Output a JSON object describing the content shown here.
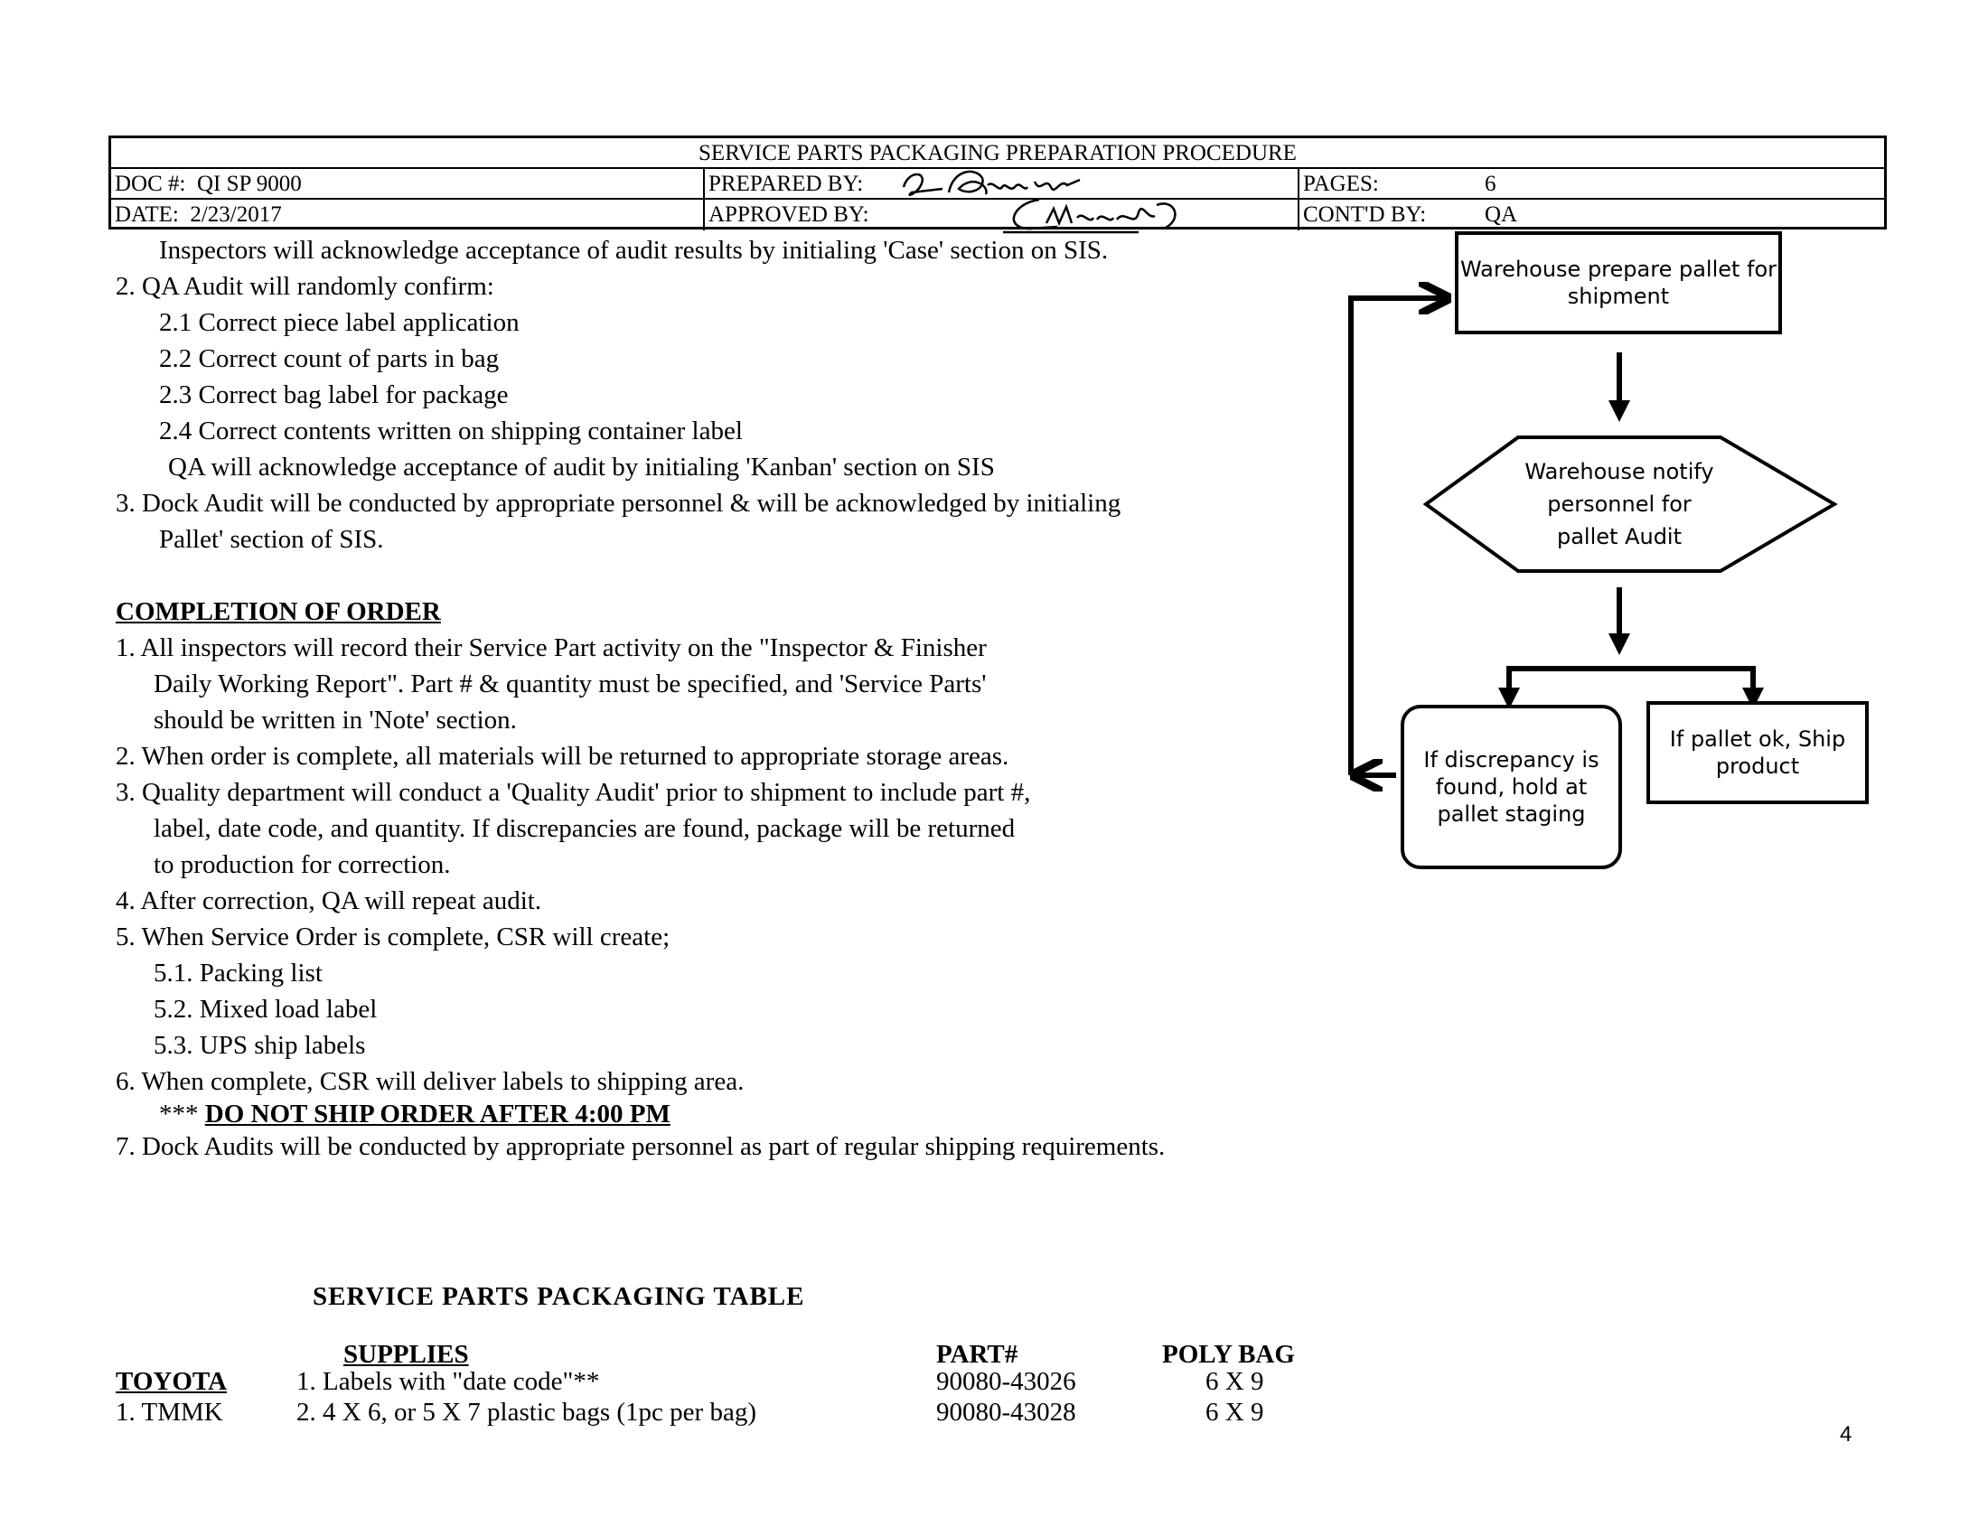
{
  "header": {
    "title": "SERVICE PARTS PACKAGING PREPARATION PROCEDURE",
    "doc_label": "DOC #:",
    "doc_value": "QI  SP  9000",
    "date_label": "DATE:",
    "date_value": "2/23/2017",
    "prepared_label": "PREPARED BY:",
    "approved_label": "APPROVED BY:",
    "pages_label": "PAGES:",
    "pages_value": "6",
    "contd_label": "CONT'D BY:",
    "contd_value": "QA"
  },
  "body": {
    "lines": [
      "Inspectors will acknowledge acceptance of audit results by initialing 'Case' section on SIS.",
      "2.  QA  Audit will randomly confirm:",
      "2.1  Correct piece label application",
      "2.2  Correct count of parts in bag",
      "2.3  Correct bag label for package",
      "2.4  Correct contents written on shipping container label",
      "QA will acknowledge acceptance of audit by initialing 'Kanban' section on SIS",
      "3. Dock Audit will be conducted by appropriate personnel & will be acknowledged by initialing",
      "Pallet' section of SIS."
    ],
    "completion_heading": "COMPLETION OF ORDER",
    "completion_lines": [
      "1.  All inspectors will record their Service Part activity on the \"Inspector & Finisher",
      "Daily Working Report\".  Part # & quantity must be specified, and 'Service Parts'",
      "should be written in 'Note' section.",
      "2.  When order is complete, all materials will be returned to appropriate storage areas.",
      "3.  Quality department will conduct a 'Quality Audit' prior to shipment to include part #,",
      "label, date code, and quantity.  If discrepancies are found, package will be returned",
      "to production for correction.",
      "4. After correction, QA will repeat audit.",
      "5.  When Service Order is complete, CSR will create;",
      "5.1. Packing list",
      "5.2.  Mixed load label",
      "5.3.  UPS ship labels",
      "6. When complete, CSR will deliver labels to shipping area."
    ],
    "warning_prefix": "***",
    "warning_text": "DO NOT SHIP ORDER AFTER 4:00 PM",
    "last_line": "7. Dock Audits will be conducted by appropriate personnel as part of regular shipping requirements."
  },
  "flowchart": {
    "step1": "Warehouse prepare pallet for shipment",
    "step2_lines": [
      "Warehouse notify",
      "personnel for",
      "pallet Audit"
    ],
    "branch_fail": "If discrepancy is found, hold at pallet staging",
    "branch_ok": "If pallet ok, Ship product"
  },
  "packaging_table": {
    "title": "SERVICE  PARTS  PACKAGING  TABLE",
    "col_supplies": "SUPPLIES",
    "col_part": "PART#",
    "col_bag": "POLY BAG",
    "customer": "TOYOTA",
    "rows": [
      {
        "left": "",
        "supply": "1.  Labels  with  \"date  code\"**",
        "part": "90080-43026",
        "bag": "6 X 9"
      },
      {
        "left": "1. TMMK",
        "supply": "2.  4 X 6, or 5 X 7 plastic  bags  (1pc per bag)",
        "part": "90080-43028",
        "bag": "6 X 9"
      }
    ]
  },
  "page_number": "4"
}
